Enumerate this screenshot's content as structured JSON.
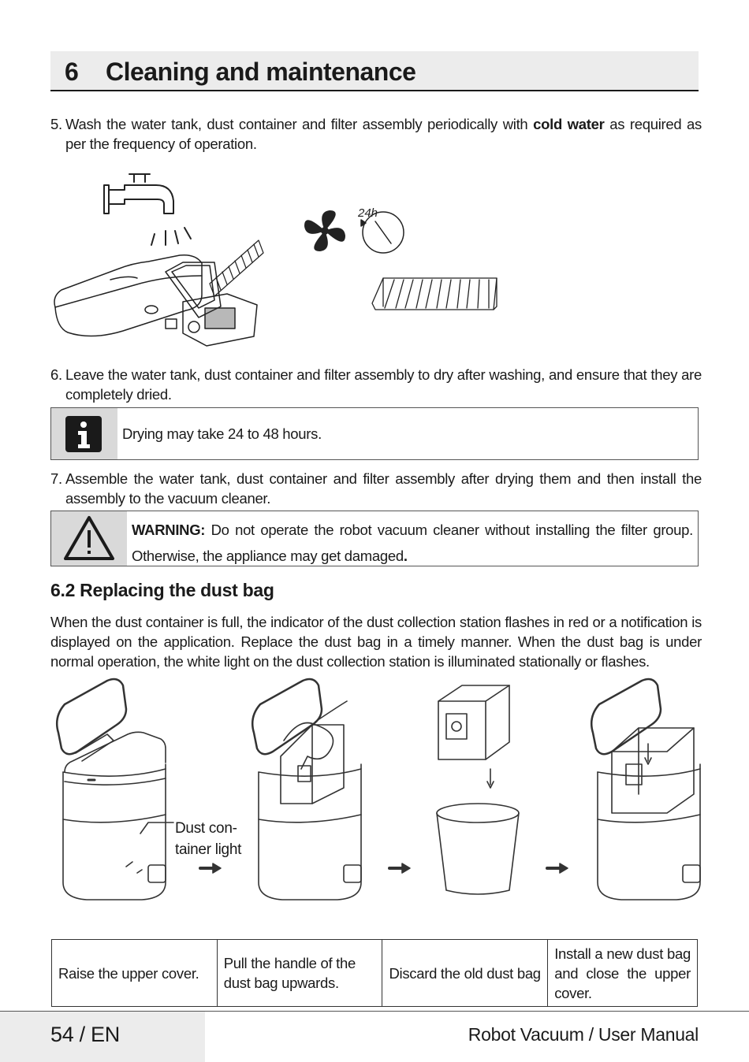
{
  "header": {
    "number": "6",
    "title": "Cleaning and maintenance"
  },
  "steps": {
    "s5": {
      "num": "5.",
      "pre": "Wash the water tank, dust container and filter assembly periodically with ",
      "bold": "cold water",
      "post": " as required as per the frequency of operation."
    },
    "s6": {
      "num": "6.",
      "text": "Leave the water tank, dust container and filter assembly to dry after washing, and ensure that they are completely dried."
    },
    "s7": {
      "num": "7.",
      "text": "Assemble the water tank, dust container and filter assembly after drying them and then install the assembly to the vacuum cleaner."
    }
  },
  "illustration1": {
    "timer_label": "24h"
  },
  "info_box": {
    "icon": "info-icon",
    "text": "Drying may take 24 to 48 hours."
  },
  "warning_box": {
    "icon": "warning-icon",
    "label": "WARNING:",
    "text": " Do not operate the robot vacuum cleaner without installing the filter group. Otherwise, the appliance may get damaged",
    "end": "."
  },
  "section": {
    "title": "6.2 Replacing the dust bag",
    "body": "When the dust container is full, the indicator of the dust collection station flashes in red or a notification is displayed on the application. Replace the dust bag in a timely manner. When the dust bag is under normal operation, the white light on the dust collection station is illuminated stationally or flashes."
  },
  "illustration2": {
    "callout_line1": "Dust con-",
    "callout_line2": "tainer light"
  },
  "table": {
    "cells": [
      "Raise the upper cover.",
      "Pull the handle of the dust bag upwards.",
      "Discard the old dust bag",
      "Install a new dust bag and close the upper cover."
    ]
  },
  "footer": {
    "page": "54 /  EN",
    "title": "Robot Vacuum / User Manual"
  }
}
